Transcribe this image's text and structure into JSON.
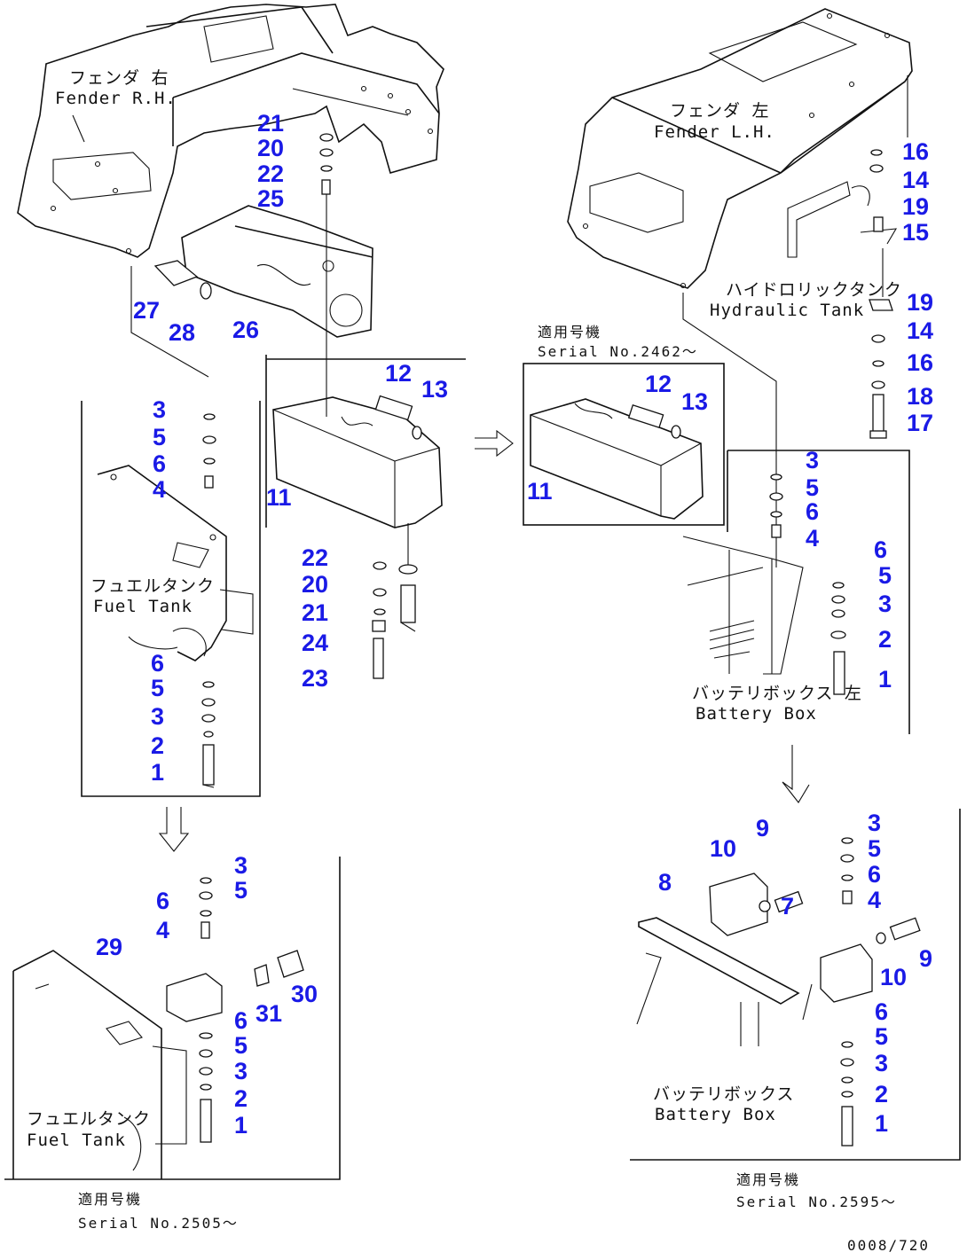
{
  "labels": {
    "fender_rh_jp": "フェンダ 右",
    "fender_rh_en": "Fender R.H.",
    "fender_lh_jp": "フェンダ 左",
    "fender_lh_en": "Fender L.H.",
    "hydraulic_tank_jp": "ハイドロリックタンク",
    "hydraulic_tank_en": "Hydraulic Tank",
    "fuel_tank_jp": "フュエルタンク",
    "fuel_tank_en": "Fuel Tank",
    "fuel_tank_lower_jp": "フュエルタンク",
    "fuel_tank_lower_en": "Fuel Tank",
    "battery_box_jp": "バッテリボックス 左",
    "battery_box_en": "Battery Box",
    "battery_box_lower_jp": "バッテリボックス",
    "battery_box_lower_en": "Battery Box",
    "serial_2462_jp": "適用号機",
    "serial_2462_en": "Serial No.2462～",
    "serial_2505_jp": "適用号機",
    "serial_2505_en": "Serial No.2505～",
    "serial_2595_jp": "適用号機",
    "serial_2595_en": "Serial No.2595～",
    "drawing_ref": "0008/720"
  },
  "callouts": {
    "fender_group": [
      "21",
      "20",
      "22",
      "25"
    ],
    "bracket_group": [
      "27",
      "28",
      "26"
    ],
    "crossmember_group": [
      "12",
      "13",
      "11"
    ],
    "crossmember_bolts": [
      "22",
      "20",
      "21",
      "24",
      "23"
    ],
    "serial_2462_group": [
      "12",
      "13",
      "11"
    ],
    "fuel_tank_top": [
      "3",
      "5",
      "6",
      "4"
    ],
    "fuel_tank_bottom": [
      "6",
      "5",
      "3",
      "2",
      "1"
    ],
    "hydraulic_group": [
      "16",
      "14",
      "19",
      "15",
      "19",
      "14",
      "16",
      "18",
      "17"
    ],
    "battery_box_top": [
      "3",
      "5",
      "6",
      "4"
    ],
    "battery_box_side": [
      "6",
      "5",
      "3",
      "2",
      "1"
    ],
    "fuel_tank_new_top": [
      "3",
      "5",
      "6",
      "4"
    ],
    "fuel_tank_new_parts": [
      "29",
      "31",
      "30"
    ],
    "fuel_tank_new_bottom": [
      "6",
      "5",
      "3",
      "2",
      "1"
    ],
    "battery_new_top": [
      "9",
      "10",
      "8",
      "7"
    ],
    "battery_new_stack": [
      "3",
      "5",
      "6",
      "4"
    ],
    "battery_new_side": [
      "10",
      "9"
    ],
    "battery_new_bottom": [
      "6",
      "5",
      "3",
      "2",
      "1"
    ]
  }
}
